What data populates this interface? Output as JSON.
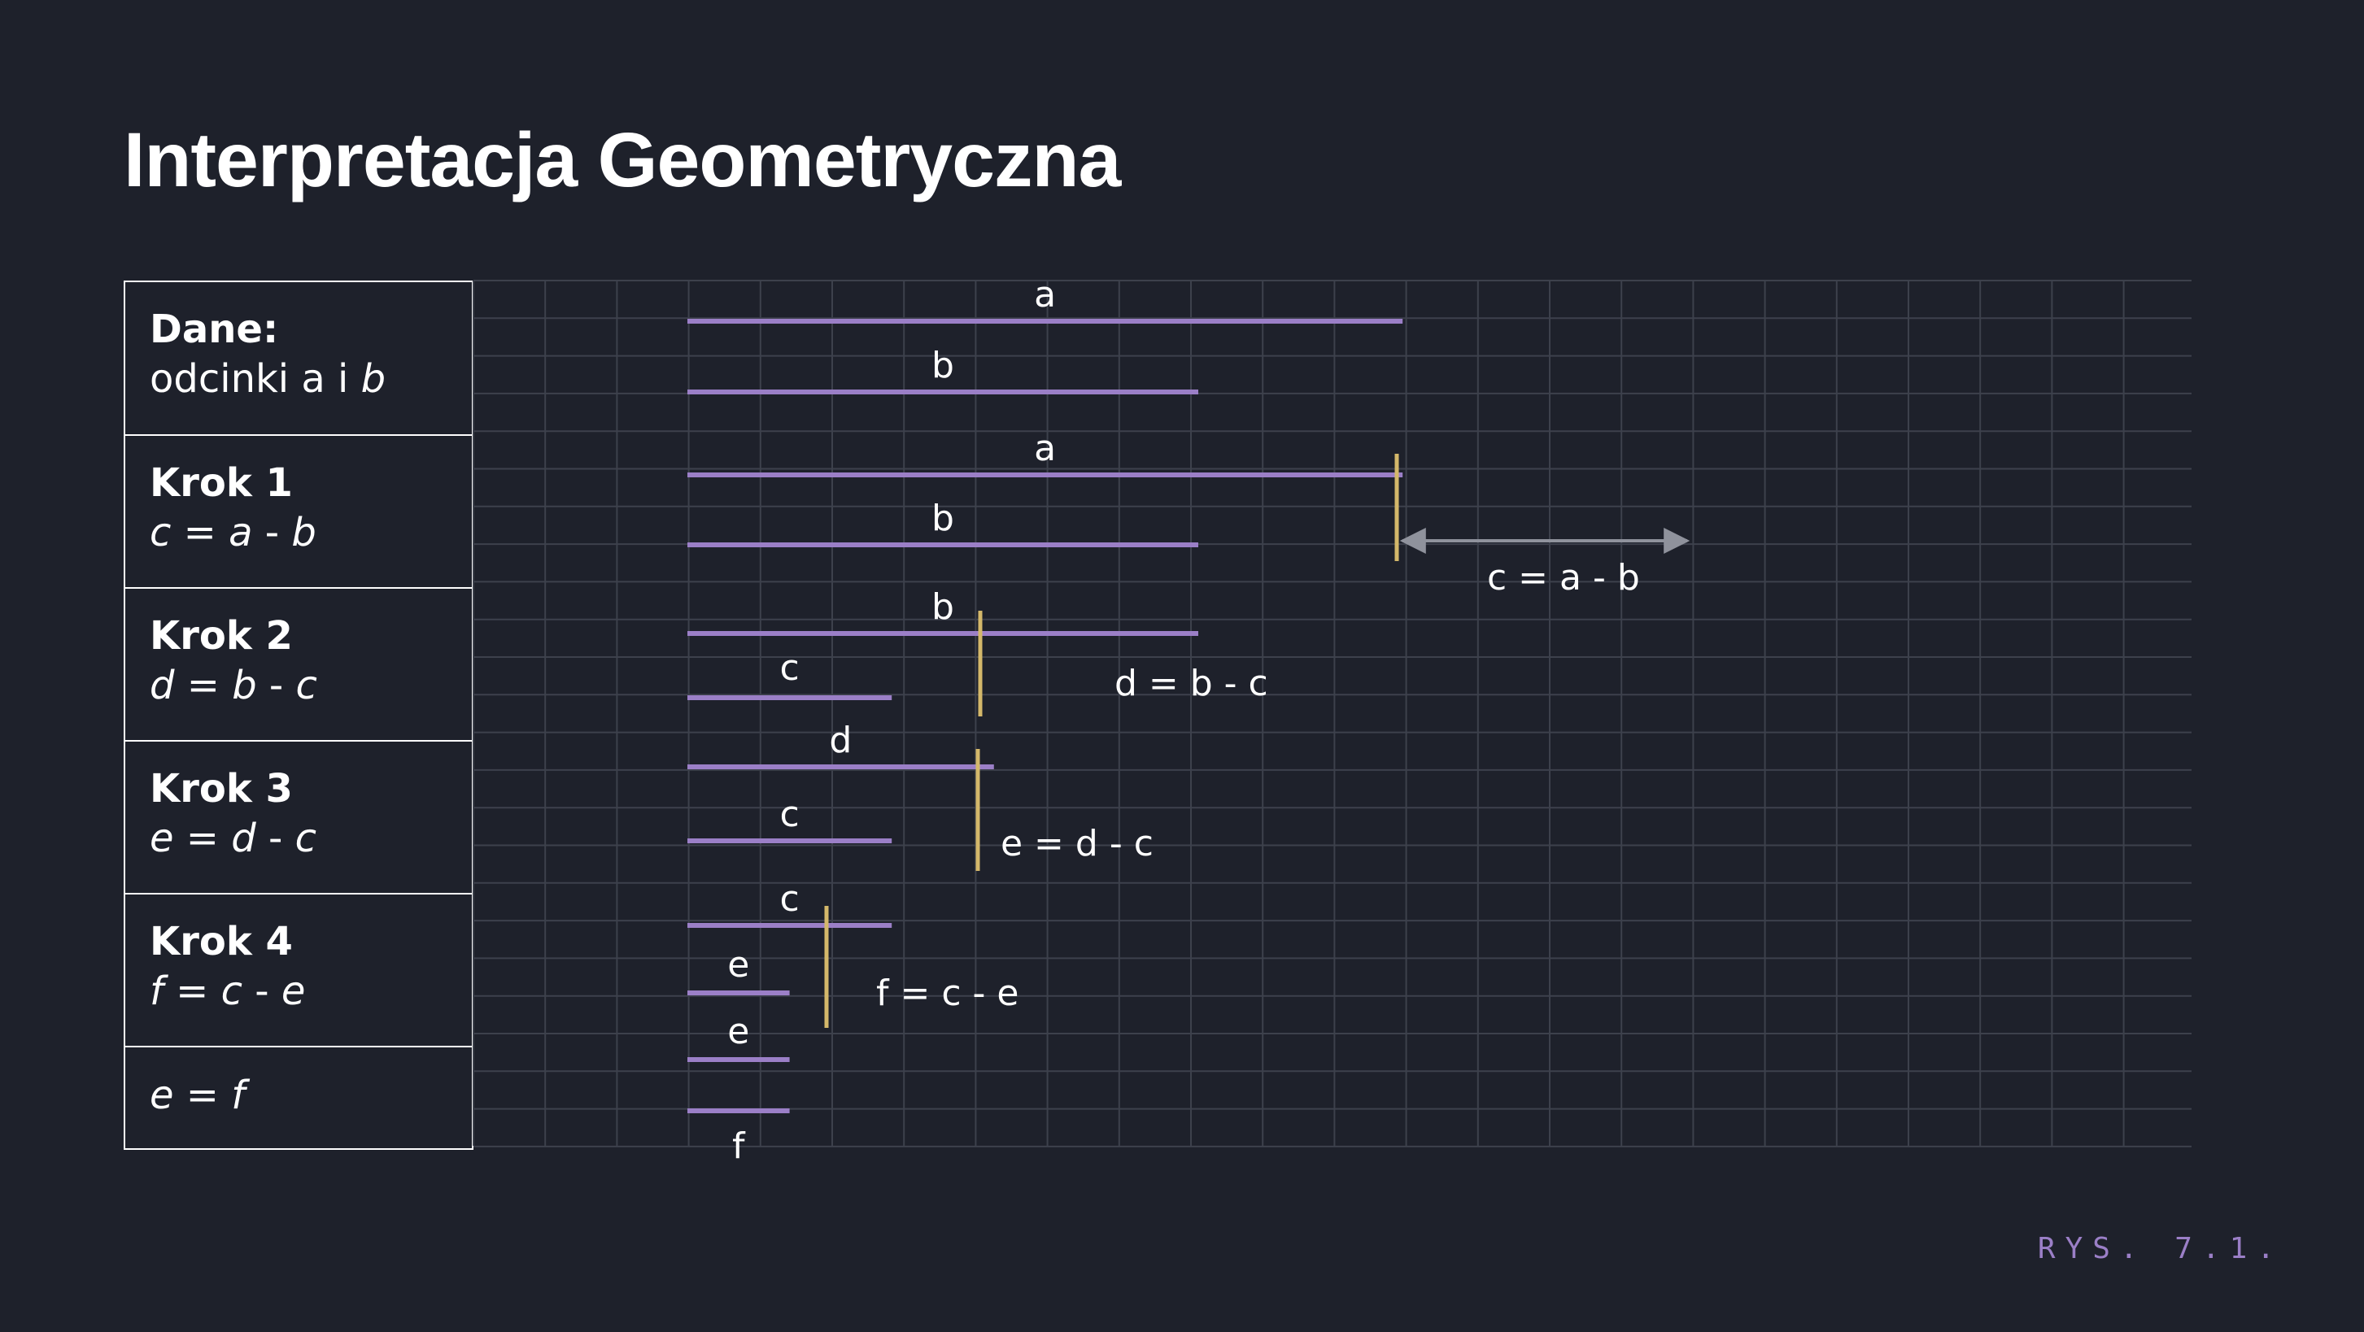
{
  "title": "Interpretacja Geometryczna",
  "colors": {
    "background": "#1e212b",
    "grid": "#3d414c",
    "segment": "#9b7fc7",
    "marker": "#d4b86a",
    "arrow": "#8f929c",
    "text": "#ffffff"
  },
  "steps": [
    {
      "head": "Dane",
      "head_suffix": ":",
      "formula_parts": [
        "odcinki a i ",
        "b"
      ]
    },
    {
      "head": "Krok 1",
      "formula_parts": [
        "c",
        " = ",
        "a",
        " - ",
        "b"
      ]
    },
    {
      "head": "Krok 2",
      "formula_parts": [
        "d",
        " = ",
        "b",
        " - ",
        "c"
      ]
    },
    {
      "head": "Krok 3",
      "formula_parts": [
        "e",
        " = ",
        "d",
        " - ",
        "c"
      ]
    },
    {
      "head": "Krok 4",
      "formula_parts": [
        "f",
        " = ",
        "c",
        " - ",
        "e"
      ]
    },
    {
      "head": "",
      "formula_parts": [
        "e",
        " = ",
        "f"
      ]
    }
  ],
  "diagram": {
    "segments": [
      {
        "label": "a",
        "from": 0,
        "to": 14
      },
      {
        "label": "b",
        "from": 0,
        "to": 10
      },
      {
        "label": "a",
        "from": 0,
        "to": 14
      },
      {
        "label": "b",
        "from": 0,
        "to": 10
      },
      {
        "label": "b",
        "from": 0,
        "to": 10
      },
      {
        "label": "c",
        "from": 0,
        "to": 4
      },
      {
        "label": "d",
        "from": 0,
        "to": 6
      },
      {
        "label": "c",
        "from": 0,
        "to": 4
      },
      {
        "label": "c",
        "from": 0,
        "to": 4
      },
      {
        "label": "e",
        "from": 0,
        "to": 2
      },
      {
        "label": "e",
        "from": 0,
        "to": 2
      },
      {
        "label": "f",
        "from": 0,
        "to": 2
      }
    ],
    "annotations": [
      "c = a - b",
      "d = b - c",
      "e = d - c",
      "f = c - e"
    ]
  },
  "figure_label": "RYS. 7.1."
}
